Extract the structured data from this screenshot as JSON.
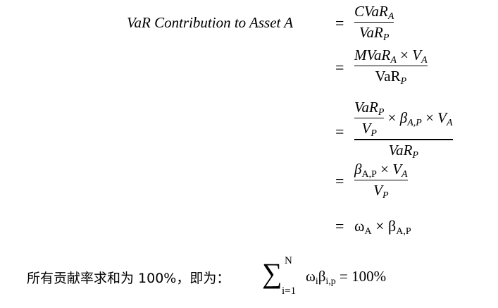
{
  "equation": {
    "lhs": "VaR Contribution to Asset A",
    "equals": "=",
    "step1": {
      "num": "CVaR",
      "num_sub": "A",
      "den": "VaR",
      "den_sub": "P"
    },
    "step2": {
      "num": "MVaR",
      "num_sub": "A",
      "times": "×",
      "num2": "V",
      "num2_sub": "A",
      "den": "VaR",
      "den_sub": "P"
    },
    "step3": {
      "inner_num": "VaR",
      "inner_num_sub": "P",
      "inner_den": "V",
      "inner_den_sub": "P",
      "times": "×",
      "beta": "β",
      "beta_sub": "A,P",
      "v": "V",
      "v_sub": "A",
      "den": "VaR",
      "den_sub": "P"
    },
    "step4": {
      "beta": "β",
      "beta_sub": "A,P",
      "times": "×",
      "v": "V",
      "v_sub": "A",
      "den": "V",
      "den_sub": "P"
    },
    "step5": {
      "omega": "ω",
      "omega_sub": "A",
      "times": "×",
      "beta": "β",
      "beta_sub": "A,P"
    }
  },
  "summary": {
    "text": "所有贡献率求和为 100%，即为：",
    "sum_symbol": "∑",
    "upper": "N",
    "lower": "i=1",
    "term_omega": "ω",
    "term_omega_sub": "i",
    "term_beta": "β",
    "term_beta_sub": "i,p",
    "equals": "=",
    "result": "100%"
  }
}
